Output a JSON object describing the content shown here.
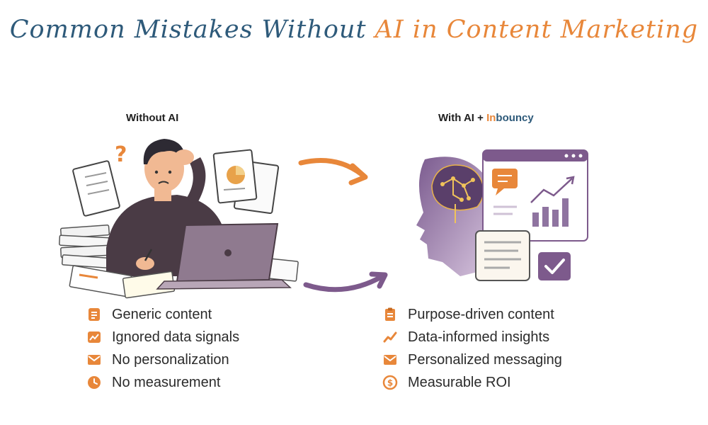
{
  "title": {
    "part1": "Common Mistakes Without",
    "part2": "AI in Content Marketing"
  },
  "left": {
    "heading": "Without AI",
    "items": [
      {
        "icon": "document-icon",
        "label": "Generic content"
      },
      {
        "icon": "trend-chart-icon",
        "label": "Ignored data signals"
      },
      {
        "icon": "envelope-icon",
        "label": "No personalization"
      },
      {
        "icon": "clock-icon",
        "label": "No measurement"
      }
    ]
  },
  "right": {
    "heading_prefix": "With AI + ",
    "brand_highlight": "In",
    "brand_rest": "bouncy",
    "items": [
      {
        "icon": "clipboard-icon",
        "label": "Purpose-driven content"
      },
      {
        "icon": "trend-line-icon",
        "label": "Data-informed insights"
      },
      {
        "icon": "envelope-icon",
        "label": "Personalized messaging"
      },
      {
        "icon": "dollar-coin-icon",
        "label": "Measurable ROI"
      }
    ]
  },
  "colors": {
    "accent_orange": "#e8873a",
    "accent_blue": "#2e5a7a",
    "purple": "#7d5a8c",
    "text": "#2b2b2b"
  }
}
